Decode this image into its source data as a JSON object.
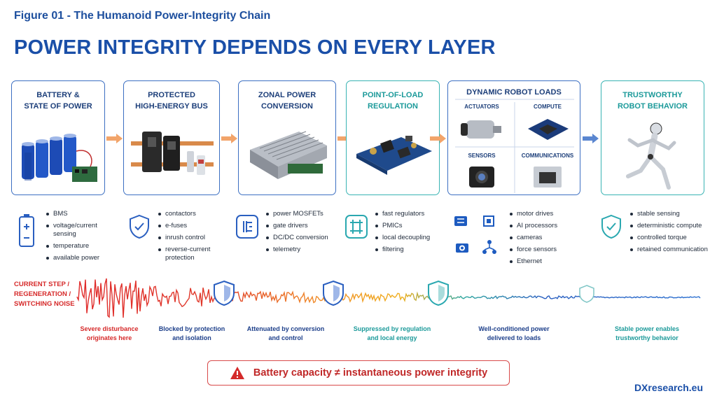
{
  "figure_label": "Figure 01 - The Humanoid Power-Integrity Chain",
  "headline": "POWER INTEGRITY DEPENDS ON EVERY LAYER",
  "stages": [
    {
      "title_l1": "BATTERY &",
      "title_l2": "STATE OF POWER",
      "bullets": [
        "BMS",
        "voltage/current sensing",
        "temperature",
        "available power"
      ]
    },
    {
      "title_l1": "PROTECTED",
      "title_l2": "HIGH-ENERGY BUS",
      "bullets": [
        "contactors",
        "e-fuses",
        "inrush control",
        "reverse-current protection"
      ]
    },
    {
      "title_l1": "ZONAL POWER",
      "title_l2": "CONVERSION",
      "bullets": [
        "power MOSFETs",
        "gate drivers",
        "DC/DC conversion",
        "telemetry"
      ]
    },
    {
      "title_l1": "POINT-OF-LOAD",
      "title_l2": "REGULATION",
      "bullets": [
        "fast regulators",
        "PMICs",
        "local decoupling",
        "filtering"
      ]
    },
    {
      "title_l1": "DYNAMIC ROBOT LOADS",
      "title_l2": "",
      "bullets": [
        "motor drives",
        "AI processors",
        "cameras",
        "force sensors",
        "Ethernet"
      ]
    },
    {
      "title_l1": "TRUSTWORTHY",
      "title_l2": "ROBOT BEHAVIOR",
      "bullets": [
        "stable sensing",
        "deterministic compute",
        "controlled torque",
        "retained communication"
      ]
    }
  ],
  "loads": {
    "actuators": "ACTUATORS",
    "compute": "COMPUTE",
    "sensors": "SENSORS",
    "communications": "COMMUNICATIONS"
  },
  "noise_label": [
    "CURRENT STEP /",
    "REGENERATION /",
    "SWITCHING NOISE"
  ],
  "captions": [
    {
      "l1": "Severe disturbance",
      "l2": "originates here",
      "color": "#d62a2a"
    },
    {
      "l1": "Blocked by protection",
      "l2": "and isolation",
      "color": "#1d3f8a"
    },
    {
      "l1": "Attenuated by conversion",
      "l2": "and control",
      "color": "#1d3f8a"
    },
    {
      "l1": "Suppressed by regulation",
      "l2": "and local energy",
      "color": "#1c9a9a"
    },
    {
      "l1": "Well-conditioned power",
      "l2": "delivered to loads",
      "color": "#1d3f8a"
    },
    {
      "l1": "Stable power enables",
      "l2": "trustworthy behavior",
      "color": "#1c9a9a"
    }
  ],
  "warning": "Battery capacity ≠ instantaneous power integrity",
  "brand": "DXresearch.eu",
  "colors": {
    "blue": "#1a4fa8",
    "teal": "#1c9a9a",
    "red": "#d62a2a",
    "orange": "#f0a060"
  }
}
